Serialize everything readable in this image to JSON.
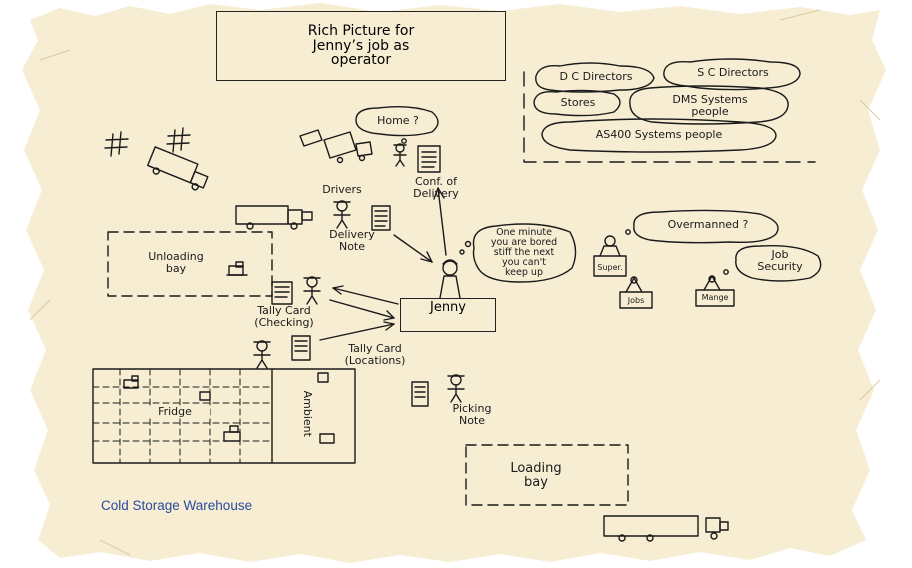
{
  "title": [
    "Rich Picture for",
    "Jenny’s job as",
    "operator"
  ],
  "caption": "Cold Storage Warehouse",
  "stakeholders": {
    "dc_directors": "D C Directors",
    "sc_directors": "S C Directors",
    "stores": "Stores",
    "dms_line1": "DMS Systems",
    "dms_line2": "people",
    "as400": "AS400 Systems people"
  },
  "labels": {
    "home": "Home ?",
    "conf_line1": "Conf. of",
    "conf_line2": "Delivery",
    "drivers": "Drivers",
    "delivery_line1": "Delivery",
    "delivery_line2": "Note",
    "unloading_line1": "Unloading",
    "unloading_line2": "bay",
    "jenny": "Jenny",
    "thought_line1": "One minute",
    "thought_line2": "you are bored",
    "thought_line3": "stiff the next",
    "thought_line4": "you can't",
    "thought_line5": "keep up",
    "overmanned": "Overmanned ?",
    "job_line1": "Job",
    "job_line2": "Security",
    "super": "Super.",
    "jobs": "Jobs",
    "mange": "Mange",
    "tally_check_line1": "Tally Card",
    "tally_check_line2": "(Checking)",
    "tally_loc_line1": "Tally Card",
    "tally_loc_line2": "(Locations)",
    "fridge": "Fridge",
    "ambient": "Ambient",
    "picking_line1": "Picking",
    "picking_line2": "Note",
    "loading_line1": "Loading",
    "loading_line2": "bay"
  },
  "colors": {
    "paper": "#f6edd3",
    "ink": "#1a1a1a",
    "caption": "#2b4aa0"
  }
}
